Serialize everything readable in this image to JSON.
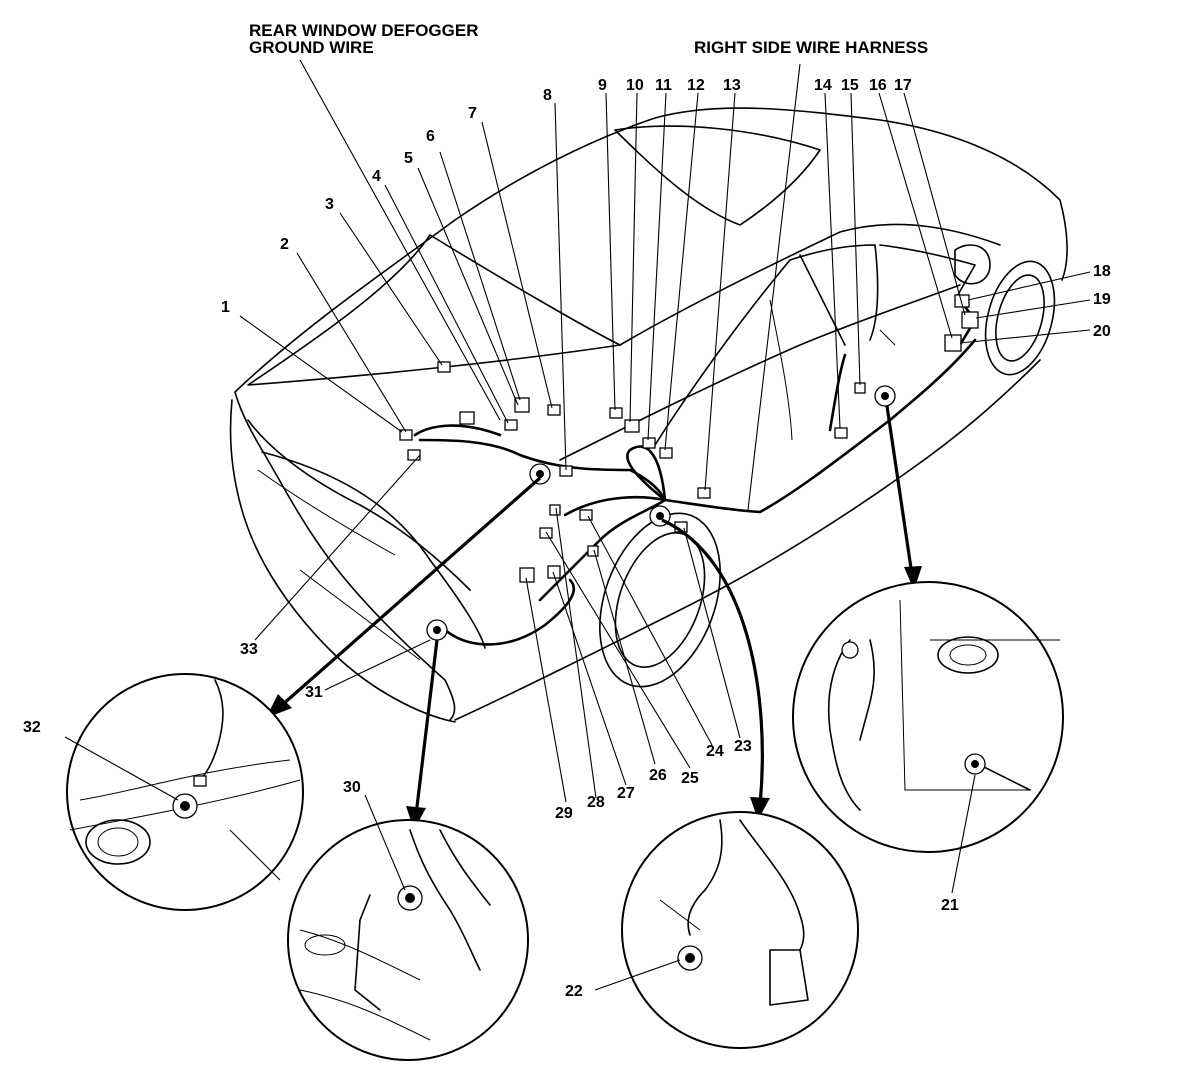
{
  "labels": {
    "rear_defogger_line1": "REAR WINDOW DEFOGGER",
    "rear_defogger_line2": "GROUND WIRE",
    "right_side_harness": "RIGHT SIDE WIRE HARNESS"
  },
  "callouts": [
    {
      "id": 1,
      "text": "1"
    },
    {
      "id": 2,
      "text": "2"
    },
    {
      "id": 3,
      "text": "3"
    },
    {
      "id": 4,
      "text": "4"
    },
    {
      "id": 5,
      "text": "5"
    },
    {
      "id": 6,
      "text": "6"
    },
    {
      "id": 7,
      "text": "7"
    },
    {
      "id": 8,
      "text": "8"
    },
    {
      "id": 9,
      "text": "9"
    },
    {
      "id": 10,
      "text": "10"
    },
    {
      "id": 11,
      "text": "11"
    },
    {
      "id": 12,
      "text": "12"
    },
    {
      "id": 13,
      "text": "13"
    },
    {
      "id": 14,
      "text": "14"
    },
    {
      "id": 15,
      "text": "15"
    },
    {
      "id": 16,
      "text": "16"
    },
    {
      "id": 17,
      "text": "17"
    },
    {
      "id": 18,
      "text": "18"
    },
    {
      "id": 19,
      "text": "19"
    },
    {
      "id": 20,
      "text": "20"
    },
    {
      "id": 21,
      "text": "21"
    },
    {
      "id": 22,
      "text": "22"
    },
    {
      "id": 23,
      "text": "23"
    },
    {
      "id": 24,
      "text": "24"
    },
    {
      "id": 25,
      "text": "25"
    },
    {
      "id": 26,
      "text": "26"
    },
    {
      "id": 27,
      "text": "27"
    },
    {
      "id": 28,
      "text": "28"
    },
    {
      "id": 29,
      "text": "29"
    },
    {
      "id": 30,
      "text": "30"
    },
    {
      "id": 31,
      "text": "31"
    },
    {
      "id": 32,
      "text": "32"
    },
    {
      "id": 33,
      "text": "33"
    }
  ]
}
